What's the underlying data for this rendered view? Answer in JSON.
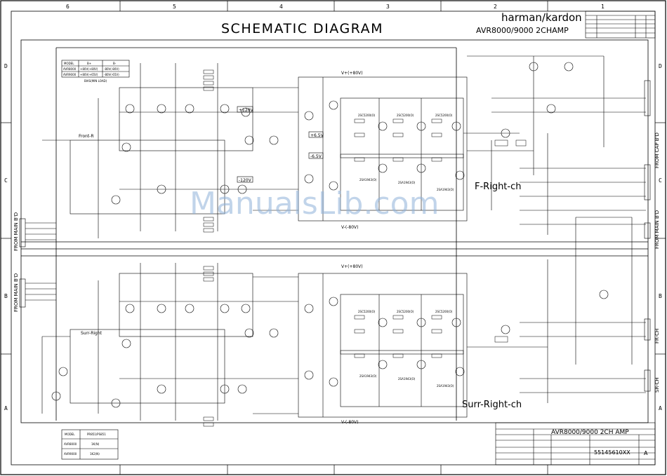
{
  "header": {
    "title": "SCHEMATIC DIAGRAM",
    "brand": "harman/kardon",
    "model": "AVR8000/9000 2CHAMP"
  },
  "border": {
    "columns": [
      "6",
      "5",
      "4",
      "3",
      "2",
      "1"
    ],
    "rows": [
      "D",
      "C",
      "B",
      "A"
    ]
  },
  "channels": {
    "front_right_upper": "F-Right-ch",
    "surr_right_lower": "Surr-Right-ch",
    "front_r_small": "Front-R",
    "surr_right_small": "Surr-Right"
  },
  "connectors": {
    "left_upper": "FROM MAIN B'D",
    "left_lower": "FROM MAIN B'D",
    "right_upper": "FROM CAP B'D",
    "right_mid": "FROM MAIN B'D",
    "right_fr": "FR-CH",
    "right_sr": "SR-CH"
  },
  "rails": {
    "pos_upper": "V+(+80V)",
    "neg_upper": "V-(-80V)",
    "pos_lower": "V+(+80V)",
    "neg_lower": "V-(-80V)"
  },
  "voltages": {
    "v1": "+120V",
    "v2": "+6.5V",
    "v3": "-6.5V",
    "v4": "-120V"
  },
  "parts": {
    "q1": "2SC5200(O)",
    "q2": "2SC5200(O)",
    "q3": "2SC5200(O)",
    "q4": "2SA1943(O)",
    "q5": "2SA1943(O)",
    "q6": "2SA1943(O)",
    "q7": "2SC5200(O)",
    "q8": "2SC5200(O)",
    "q9": "2SC5200(O)",
    "q10": "2SA1943(O)",
    "q11": "2SA1943(O)",
    "q12": "2SA1943(O)"
  },
  "tables": {
    "top": {
      "headers": [
        "MODEL",
        "B+",
        "B-"
      ],
      "rows": [
        [
          "AVR8000",
          "+80V(+80V)",
          "-80V(-80V)"
        ],
        [
          "AVR9000",
          "+80V(+65V)",
          "-80V(-65V)"
        ]
      ],
      "note": "BIAS(MIN LOAD)"
    },
    "bottom": {
      "headers": [
        "MODEL",
        "PR851/PS851"
      ],
      "rows": [
        [
          "AVR8000",
          "1K(N)"
        ],
        [
          "AVR9000",
          "1K2(N)"
        ]
      ]
    }
  },
  "title_block": {
    "description": "AVR8000/9000 2CH AMP",
    "part_number": "55145610XX",
    "sheet_rev": "A"
  },
  "watermark": "ManualsLib.com"
}
